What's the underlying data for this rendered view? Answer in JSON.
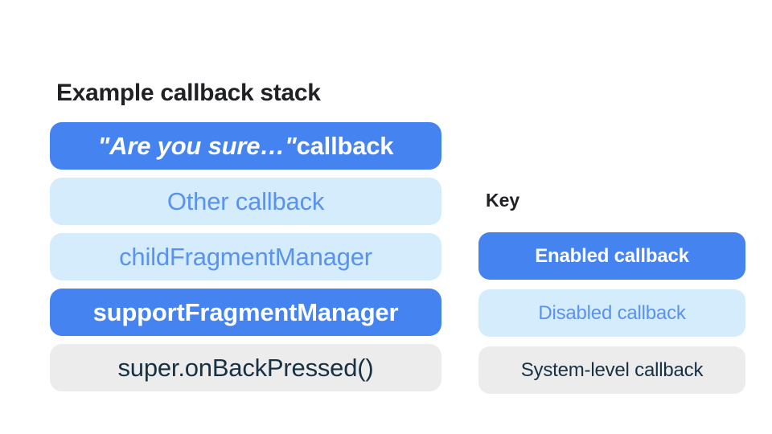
{
  "colors": {
    "background": "#ffffff",
    "heading-text": "#202124",
    "enabled-bg": "#4583F0",
    "enabled-text": "#ffffff",
    "disabled-bg": "#D4ECFC",
    "disabled-text": "#5A92F0",
    "system-bg": "#ECECEC",
    "system-text": "#173142"
  },
  "stack": {
    "title": "Example callback stack",
    "items": [
      {
        "name": "are-you-sure-callback",
        "type": "enabled",
        "emphasis": "bold",
        "segments": [
          {
            "text": "\"Are you sure…\"",
            "italic": true
          },
          {
            "text": " callback",
            "italic": false
          }
        ]
      },
      {
        "name": "other-callback",
        "type": "disabled",
        "emphasis": "regular",
        "segments": [
          {
            "text": "Other callback",
            "italic": false
          }
        ]
      },
      {
        "name": "child-fragment-manager",
        "type": "disabled",
        "emphasis": "regular",
        "segments": [
          {
            "text": "childFragmentManager",
            "italic": false
          }
        ]
      },
      {
        "name": "support-fragment-manager",
        "type": "enabled",
        "emphasis": "bold",
        "segments": [
          {
            "text": "supportFragmentManager",
            "italic": false
          }
        ]
      },
      {
        "name": "super-onbackpressed",
        "type": "system",
        "emphasis": "regular",
        "segments": [
          {
            "text": "super.onBackPressed()",
            "italic": false
          }
        ]
      }
    ]
  },
  "key": {
    "title": "Key",
    "items": [
      {
        "name": "enabled-callback",
        "type": "enabled",
        "emphasis": "bold",
        "label": "Enabled callback"
      },
      {
        "name": "disabled-callback",
        "type": "disabled",
        "emphasis": "regular",
        "label": "Disabled callback"
      },
      {
        "name": "system-level-callback",
        "type": "system",
        "emphasis": "regular",
        "label": "System-level callback"
      }
    ]
  }
}
